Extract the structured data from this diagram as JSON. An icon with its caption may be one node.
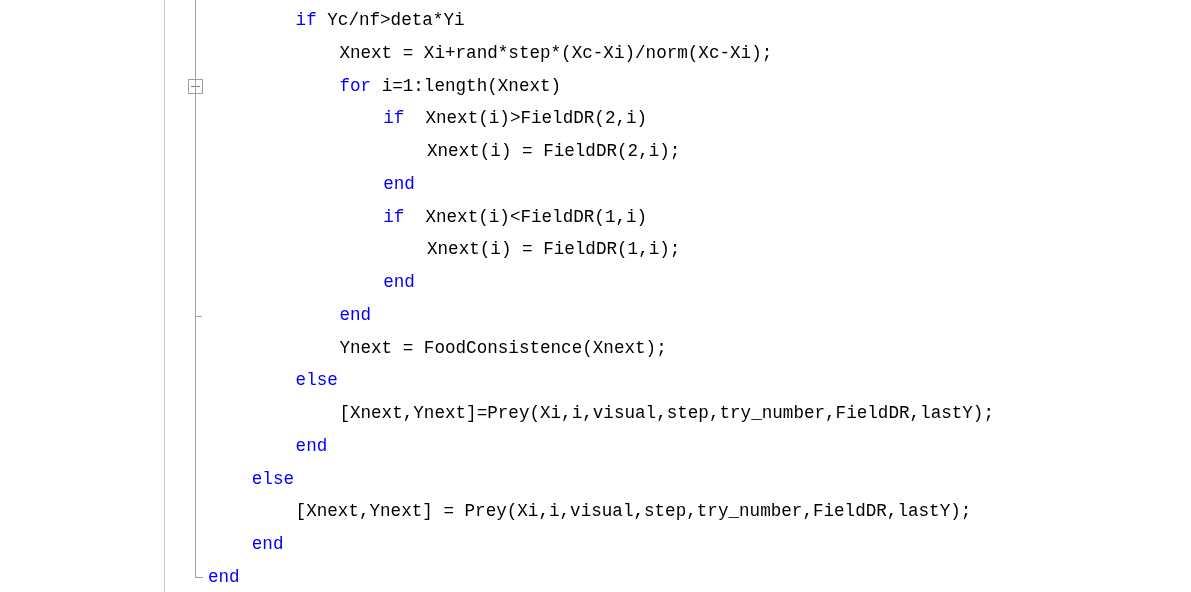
{
  "diagram": {
    "labels": [
      "if Yc/nf>deta*Yi",
      "Xnext = Xi+rand*step*(Xc-Xi)/norm(Xc-Xi);",
      "for i=1:length(Xnext)",
      "if  Xnext(i)>FieldDR(2,i)",
      "Xnext(i) = FieldDR(2,i);",
      "end",
      "if  Xnext(i)<FieldDR(1,i)",
      "Xnext(i) = FieldDR(1,i);",
      "end",
      "end",
      "Ynext = FoodConsistence(Xnext);",
      "else",
      "[Xnext,Ynext]=Prey(Xi,i,visual,step,try_number,FieldDR,lastY);",
      "end",
      "else",
      "[Xnext,Ynext] = Prey(Xi,i,visual,step,try_number,FieldDR,lastY);",
      "end",
      "end"
    ]
  }
}
